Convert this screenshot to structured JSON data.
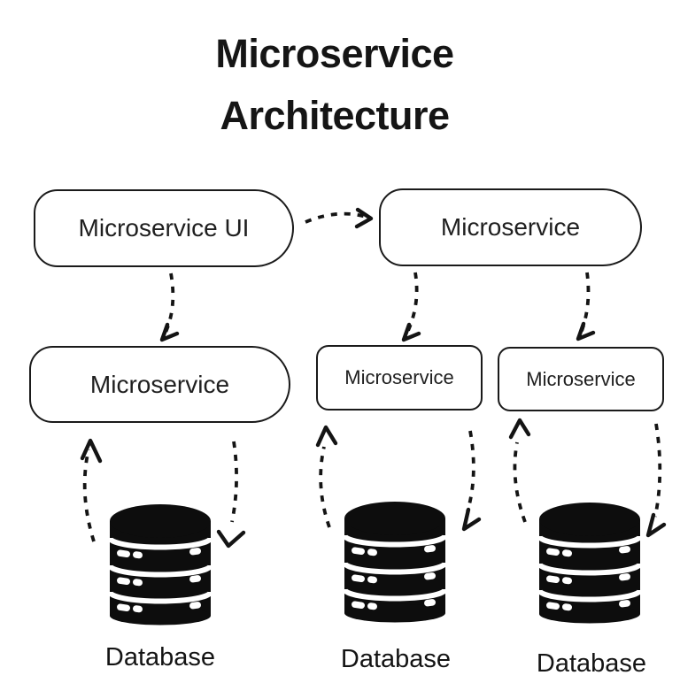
{
  "title": {
    "line1": "Microservice",
    "line2": "Architecture"
  },
  "nodes": {
    "ui": {
      "label": "Microservice UI"
    },
    "top": {
      "label": "Microservice"
    },
    "left": {
      "label": "Microservice"
    },
    "center": {
      "label": "Microservice"
    },
    "right": {
      "label": "Microservice"
    }
  },
  "databases": {
    "left": {
      "label": "Database"
    },
    "center": {
      "label": "Database"
    },
    "right": {
      "label": "Database"
    }
  },
  "edges": [
    {
      "from": "microservice-ui",
      "to": "microservice-top",
      "style": "dashed-arrow"
    },
    {
      "from": "microservice-ui",
      "to": "microservice-left",
      "style": "dashed-arrow"
    },
    {
      "from": "microservice-top",
      "to": "microservice-center",
      "style": "dashed-arrow"
    },
    {
      "from": "microservice-top",
      "to": "microservice-right",
      "style": "dashed-arrow"
    },
    {
      "from": "database-left",
      "to": "microservice-left",
      "style": "dashed-arrow"
    },
    {
      "from": "microservice-left",
      "to": "database-left",
      "style": "dashed-arrow"
    },
    {
      "from": "database-center",
      "to": "microservice-center",
      "style": "dashed-arrow"
    },
    {
      "from": "microservice-center",
      "to": "database-center",
      "style": "dashed-arrow"
    },
    {
      "from": "database-right",
      "to": "microservice-right",
      "style": "dashed-arrow"
    },
    {
      "from": "microservice-right",
      "to": "database-right",
      "style": "dashed-arrow"
    }
  ],
  "colors": {
    "ink": "#141414",
    "canvas": "#ffffff"
  }
}
